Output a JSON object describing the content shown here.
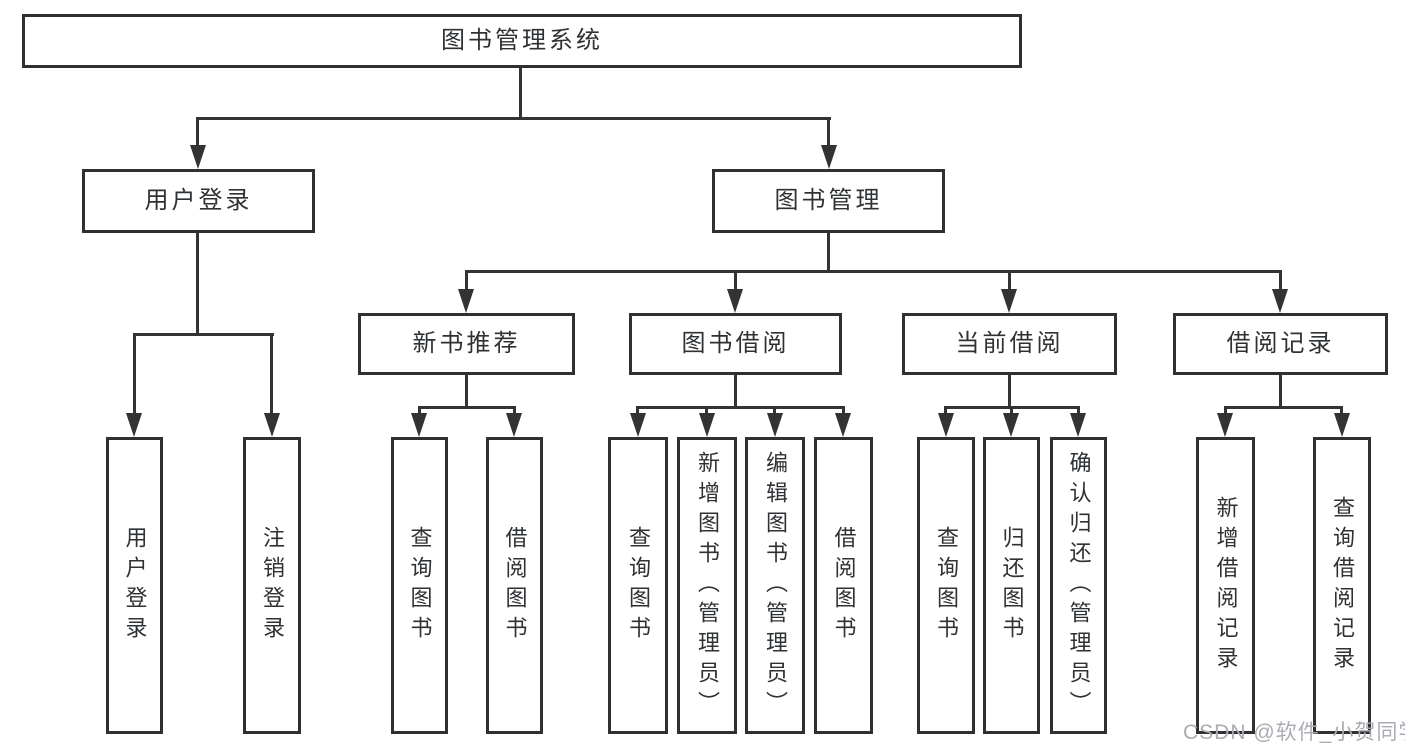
{
  "nodes": {
    "root": "图书管理系统",
    "user_login": "用户登录",
    "book_mgmt": "图书管理",
    "new_book": "新书推荐",
    "book_borrow": "图书借阅",
    "current_borrow": "当前借阅",
    "borrow_record": "借阅记录",
    "leaf_user_login": "用户登录",
    "leaf_logout": "注销登录",
    "leaf_nb_query": "查询图书",
    "leaf_nb_borrow": "借阅图书",
    "leaf_bb_query": "查询图书",
    "leaf_bb_add": "新增图书（管理员）",
    "leaf_bb_edit": "编辑图书（管理员）",
    "leaf_bb_borrow": "借阅图书",
    "leaf_cb_query": "查询图书",
    "leaf_cb_return": "归还图书",
    "leaf_cb_confirm": "确认归还（管理员）",
    "leaf_br_add": "新增借阅记录",
    "leaf_br_query": "查询借阅记录"
  },
  "watermark": "CSDN @软件_小贺同学",
  "colors": {
    "line": "#333333",
    "box_border": "#303030",
    "text": "#2f3235",
    "watermark": "#a9adb3",
    "background": "#ffffff"
  }
}
